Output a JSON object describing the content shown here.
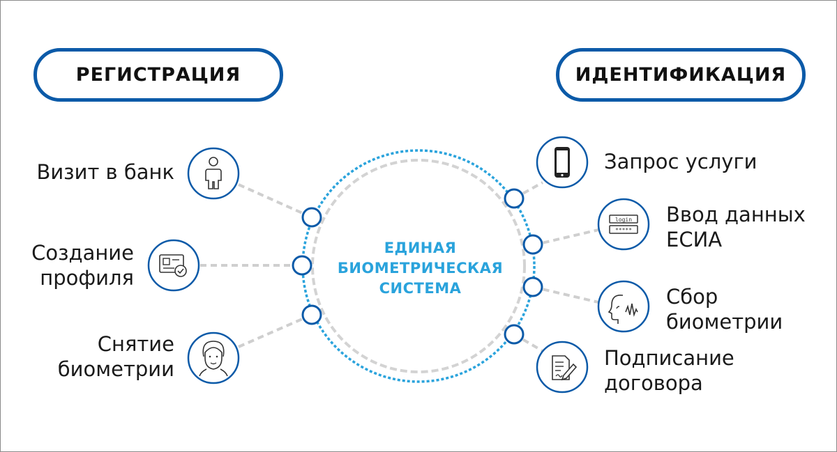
{
  "colors": {
    "accent_blue": "#0b5aa8",
    "light_blue": "#2aa3dc",
    "connector_gray": "#cfcfcf",
    "text": "#1a1a1a"
  },
  "headers": {
    "left": "РЕГИСТРАЦИЯ",
    "right": "ИДЕНТИФИКАЦИЯ"
  },
  "center": {
    "line1": "ЕДИНАЯ",
    "line2": "БИОМЕТРИЧЕСКАЯ",
    "line3": "СИСТЕМА"
  },
  "left_items": [
    {
      "label": "Визит в банк",
      "icon": "person-icon"
    },
    {
      "label": "Создание\nпрофиля",
      "icon": "id-card-check-icon"
    },
    {
      "label": "Снятие\nбиометрии",
      "icon": "face-icon"
    }
  ],
  "right_items": [
    {
      "label": "Запрос услуги",
      "icon": "smartphone-icon"
    },
    {
      "label": "Ввод данных\nЕСИА",
      "icon": "login-form-icon"
    },
    {
      "label": "Сбор\nбиометрии",
      "icon": "voice-profile-icon"
    },
    {
      "label": "Подписание\nдоговора",
      "icon": "document-sign-icon"
    }
  ],
  "login_form": {
    "login_text": "login",
    "password_text": "*****"
  }
}
